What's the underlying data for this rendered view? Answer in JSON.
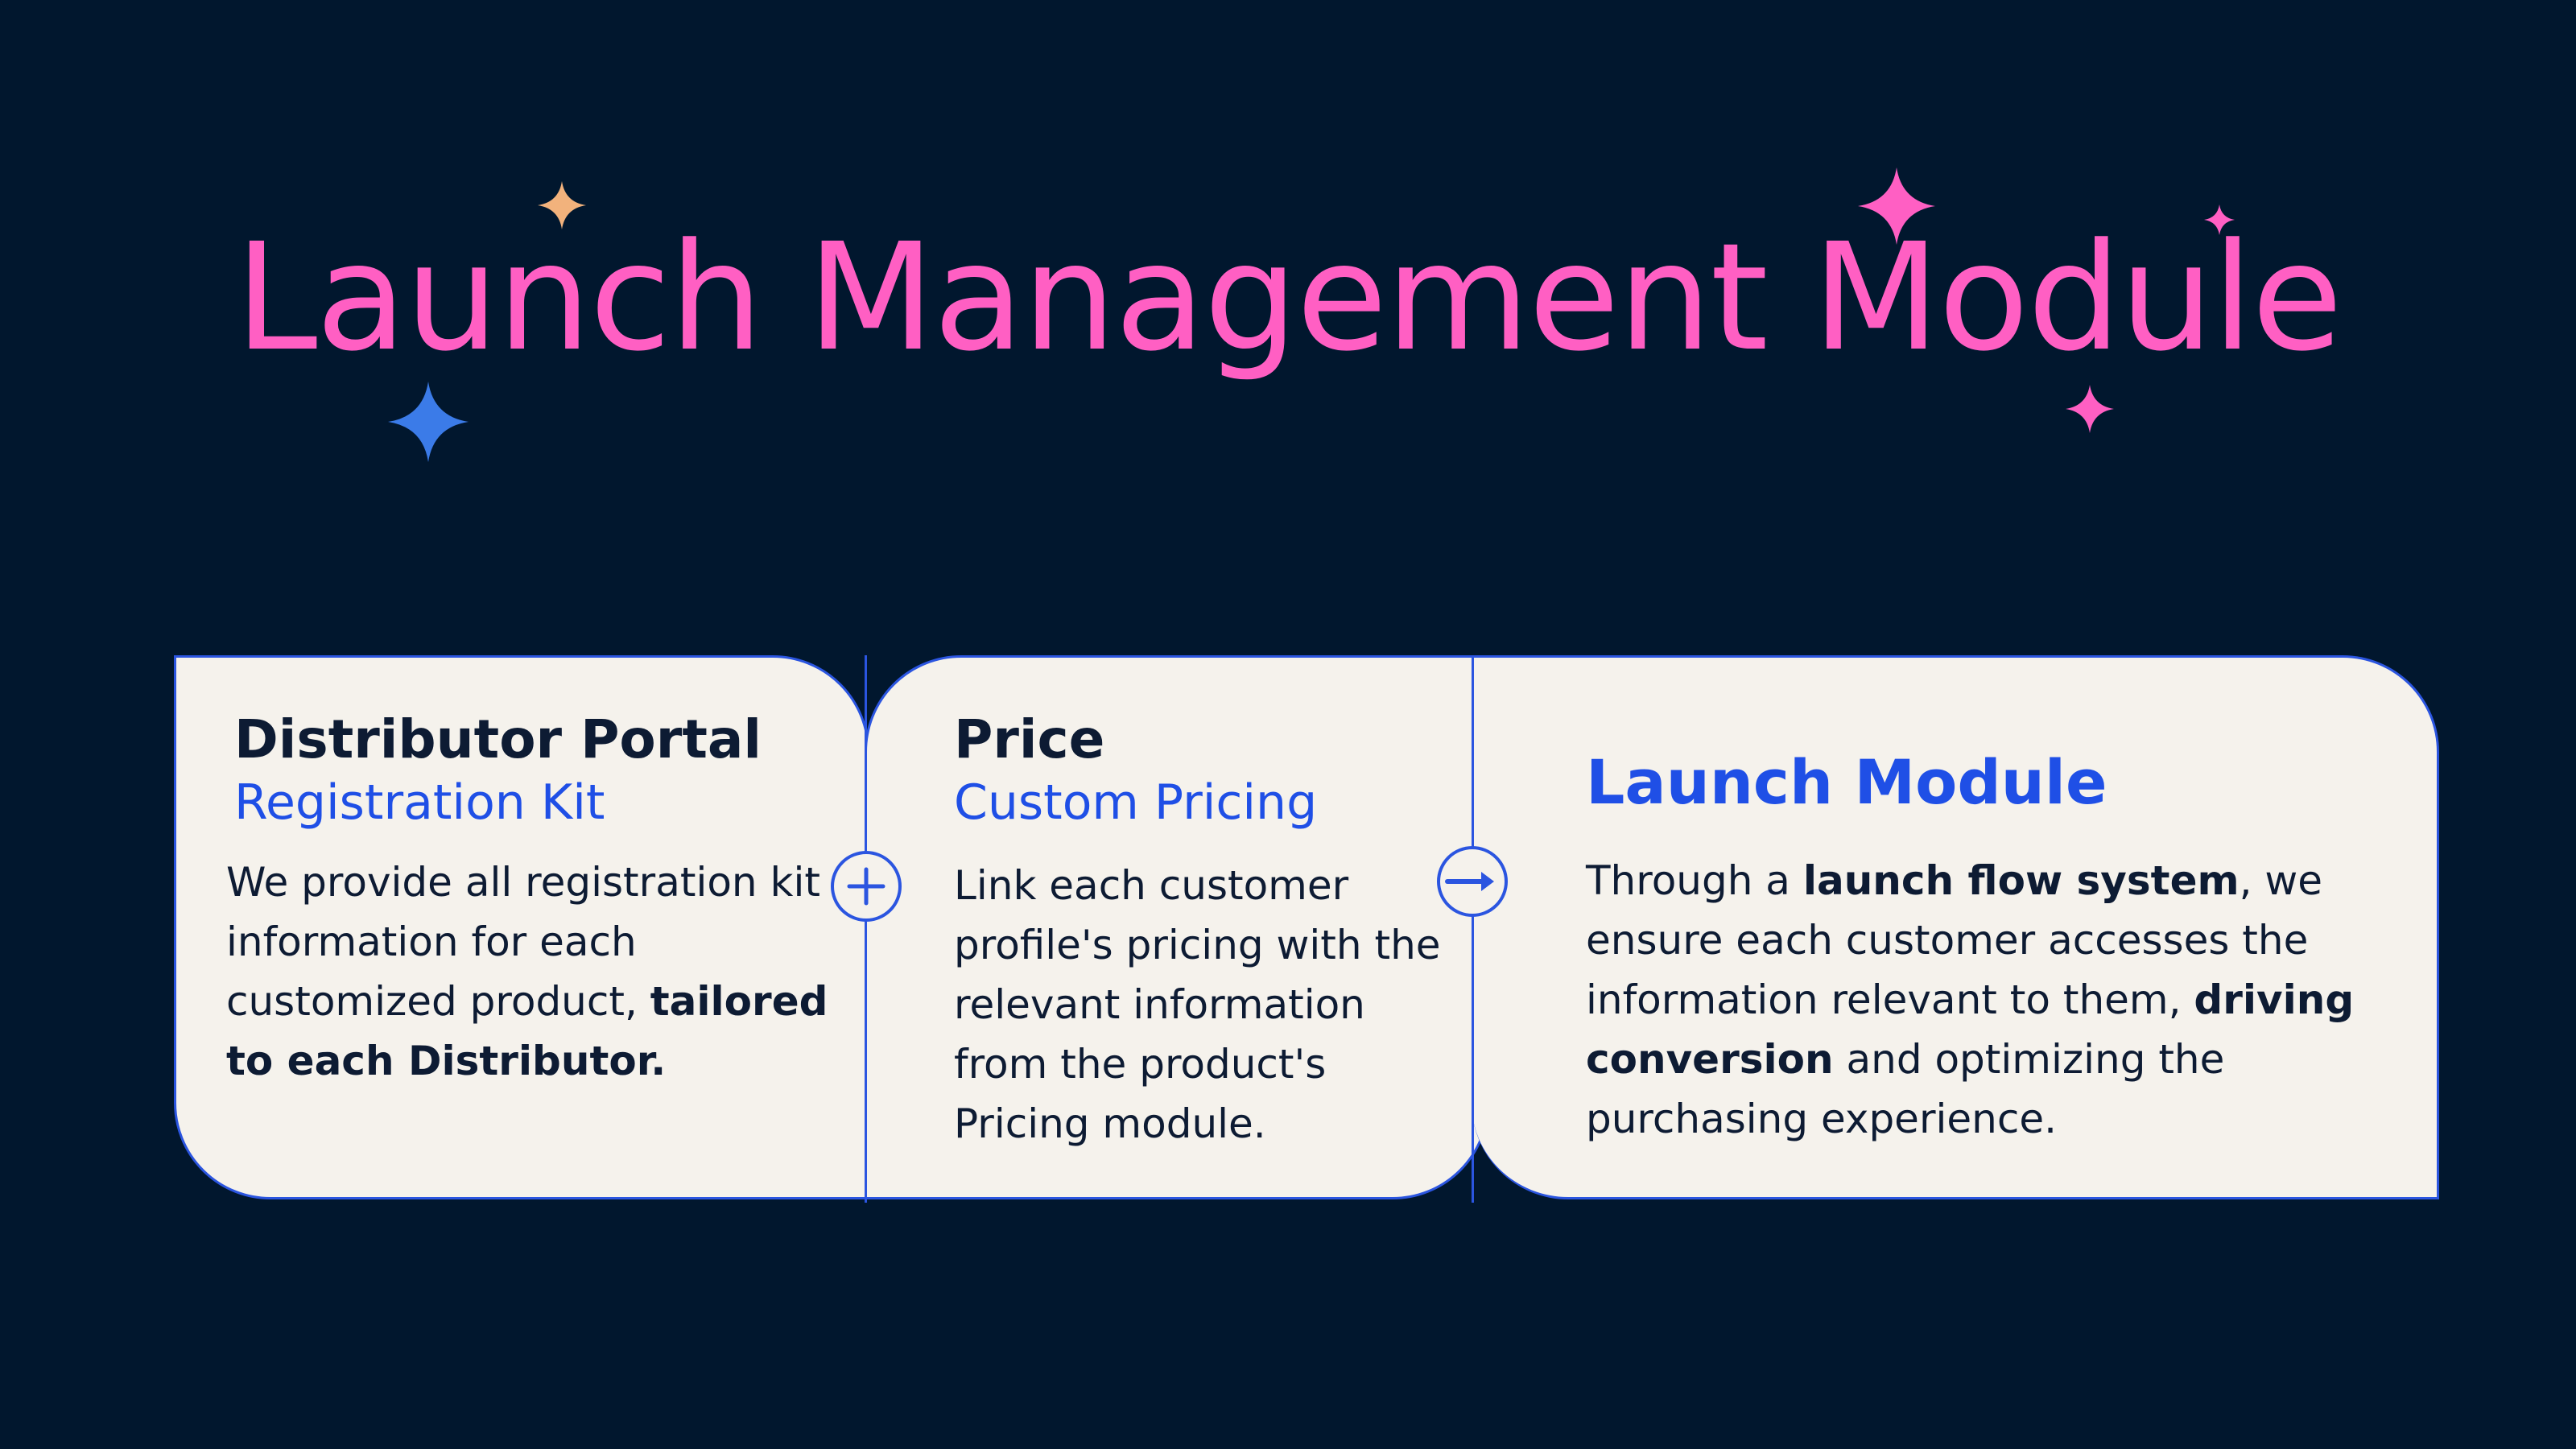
{
  "title": "Launch Management Module",
  "colors": {
    "background": "#01172e",
    "title": "#ff5fc3",
    "accent_blue": "#1f4fe6",
    "card_bg": "#f5f2ec",
    "text_dark": "#0d1b33",
    "sparkle_orange": "#f2b27c",
    "sparkle_blue": "#3b7be8",
    "sparkle_pink": "#ff5fc3"
  },
  "cards": [
    {
      "title": "Distributor Portal",
      "subtitle": "Registration Kit",
      "body": {
        "t1": "We provide all registration kit information for each customized product, ",
        "b1": "tailored to each Distributor."
      }
    },
    {
      "title": "Price",
      "subtitle": "Custom Pricing",
      "body": {
        "t1": "Link each customer profile's pricing with the relevant information from the product's Pricing module."
      }
    },
    {
      "title": "Launch Module",
      "body": {
        "t1": "Through a ",
        "b1": "launch flow system",
        "t2": ", we ensure each customer accesses the information relevant to them, ",
        "b2": "driving conversion",
        "t3": " and optimizing the purchasing experience."
      }
    }
  ],
  "icons": {
    "connector_1": "plus-icon",
    "connector_2": "arrow-right-icon"
  }
}
